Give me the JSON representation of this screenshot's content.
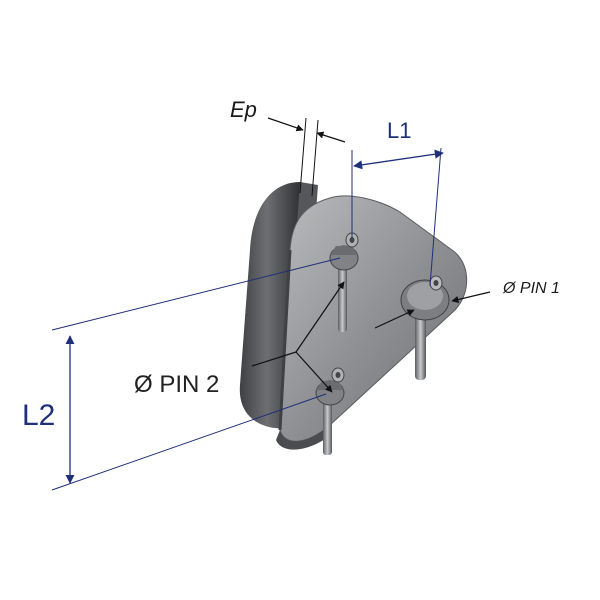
{
  "labels": {
    "ep": "Ep",
    "l1": "L1",
    "l2": "L2",
    "pin1": "Ø PIN 1",
    "pin2": "Ø PIN 2"
  },
  "colors": {
    "dimension_blue": "#1f2f7a",
    "metal_light": "#9a9c9e",
    "metal_dark": "#4a4c4f",
    "leader_black": "#111111"
  }
}
